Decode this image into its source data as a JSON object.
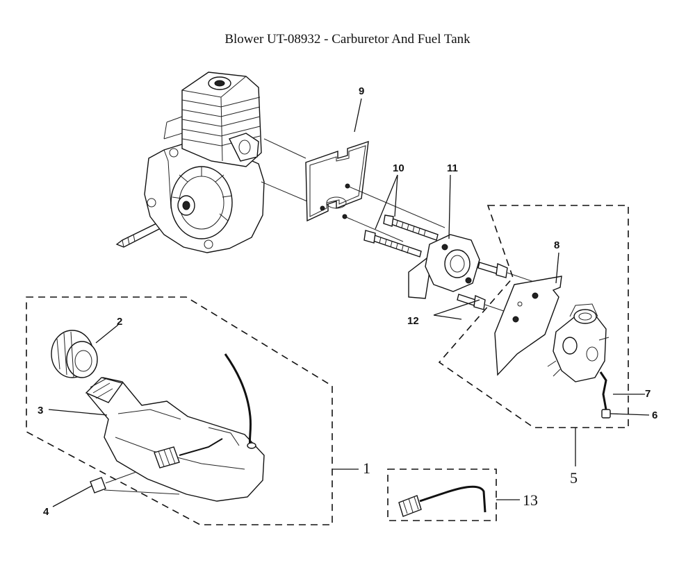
{
  "title": "Blower UT-08932  - Carburetor And Fuel Tank",
  "callouts": {
    "c1": "1",
    "c2": "2",
    "c3": "3",
    "c4": "4",
    "c5": "5",
    "c6": "6",
    "c7": "7",
    "c8": "8",
    "c9": "9",
    "c10": "10",
    "c11": "11",
    "c12": "12",
    "c13": "13"
  }
}
